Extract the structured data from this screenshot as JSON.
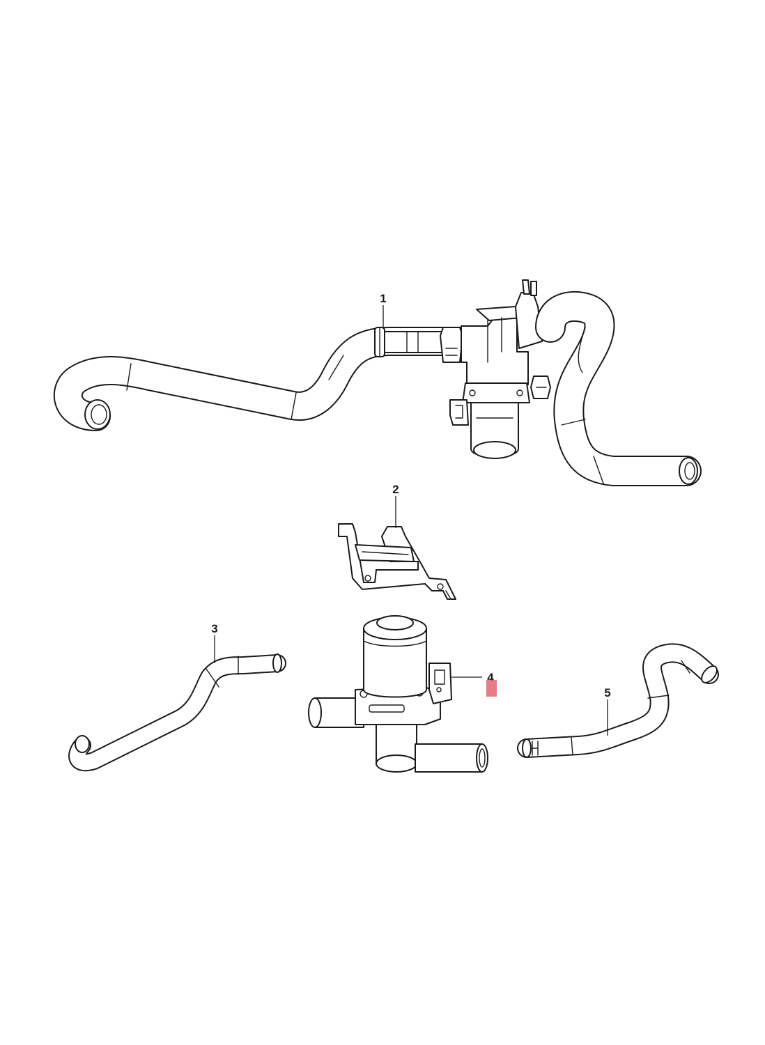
{
  "callouts": {
    "part_1": "1",
    "part_2": "2",
    "part_3": "3",
    "part_4": "4",
    "part_5": "5"
  },
  "colors": {
    "line": "#1a1a1a",
    "background": "#ffffff",
    "highlight_marker": "#e06670"
  }
}
